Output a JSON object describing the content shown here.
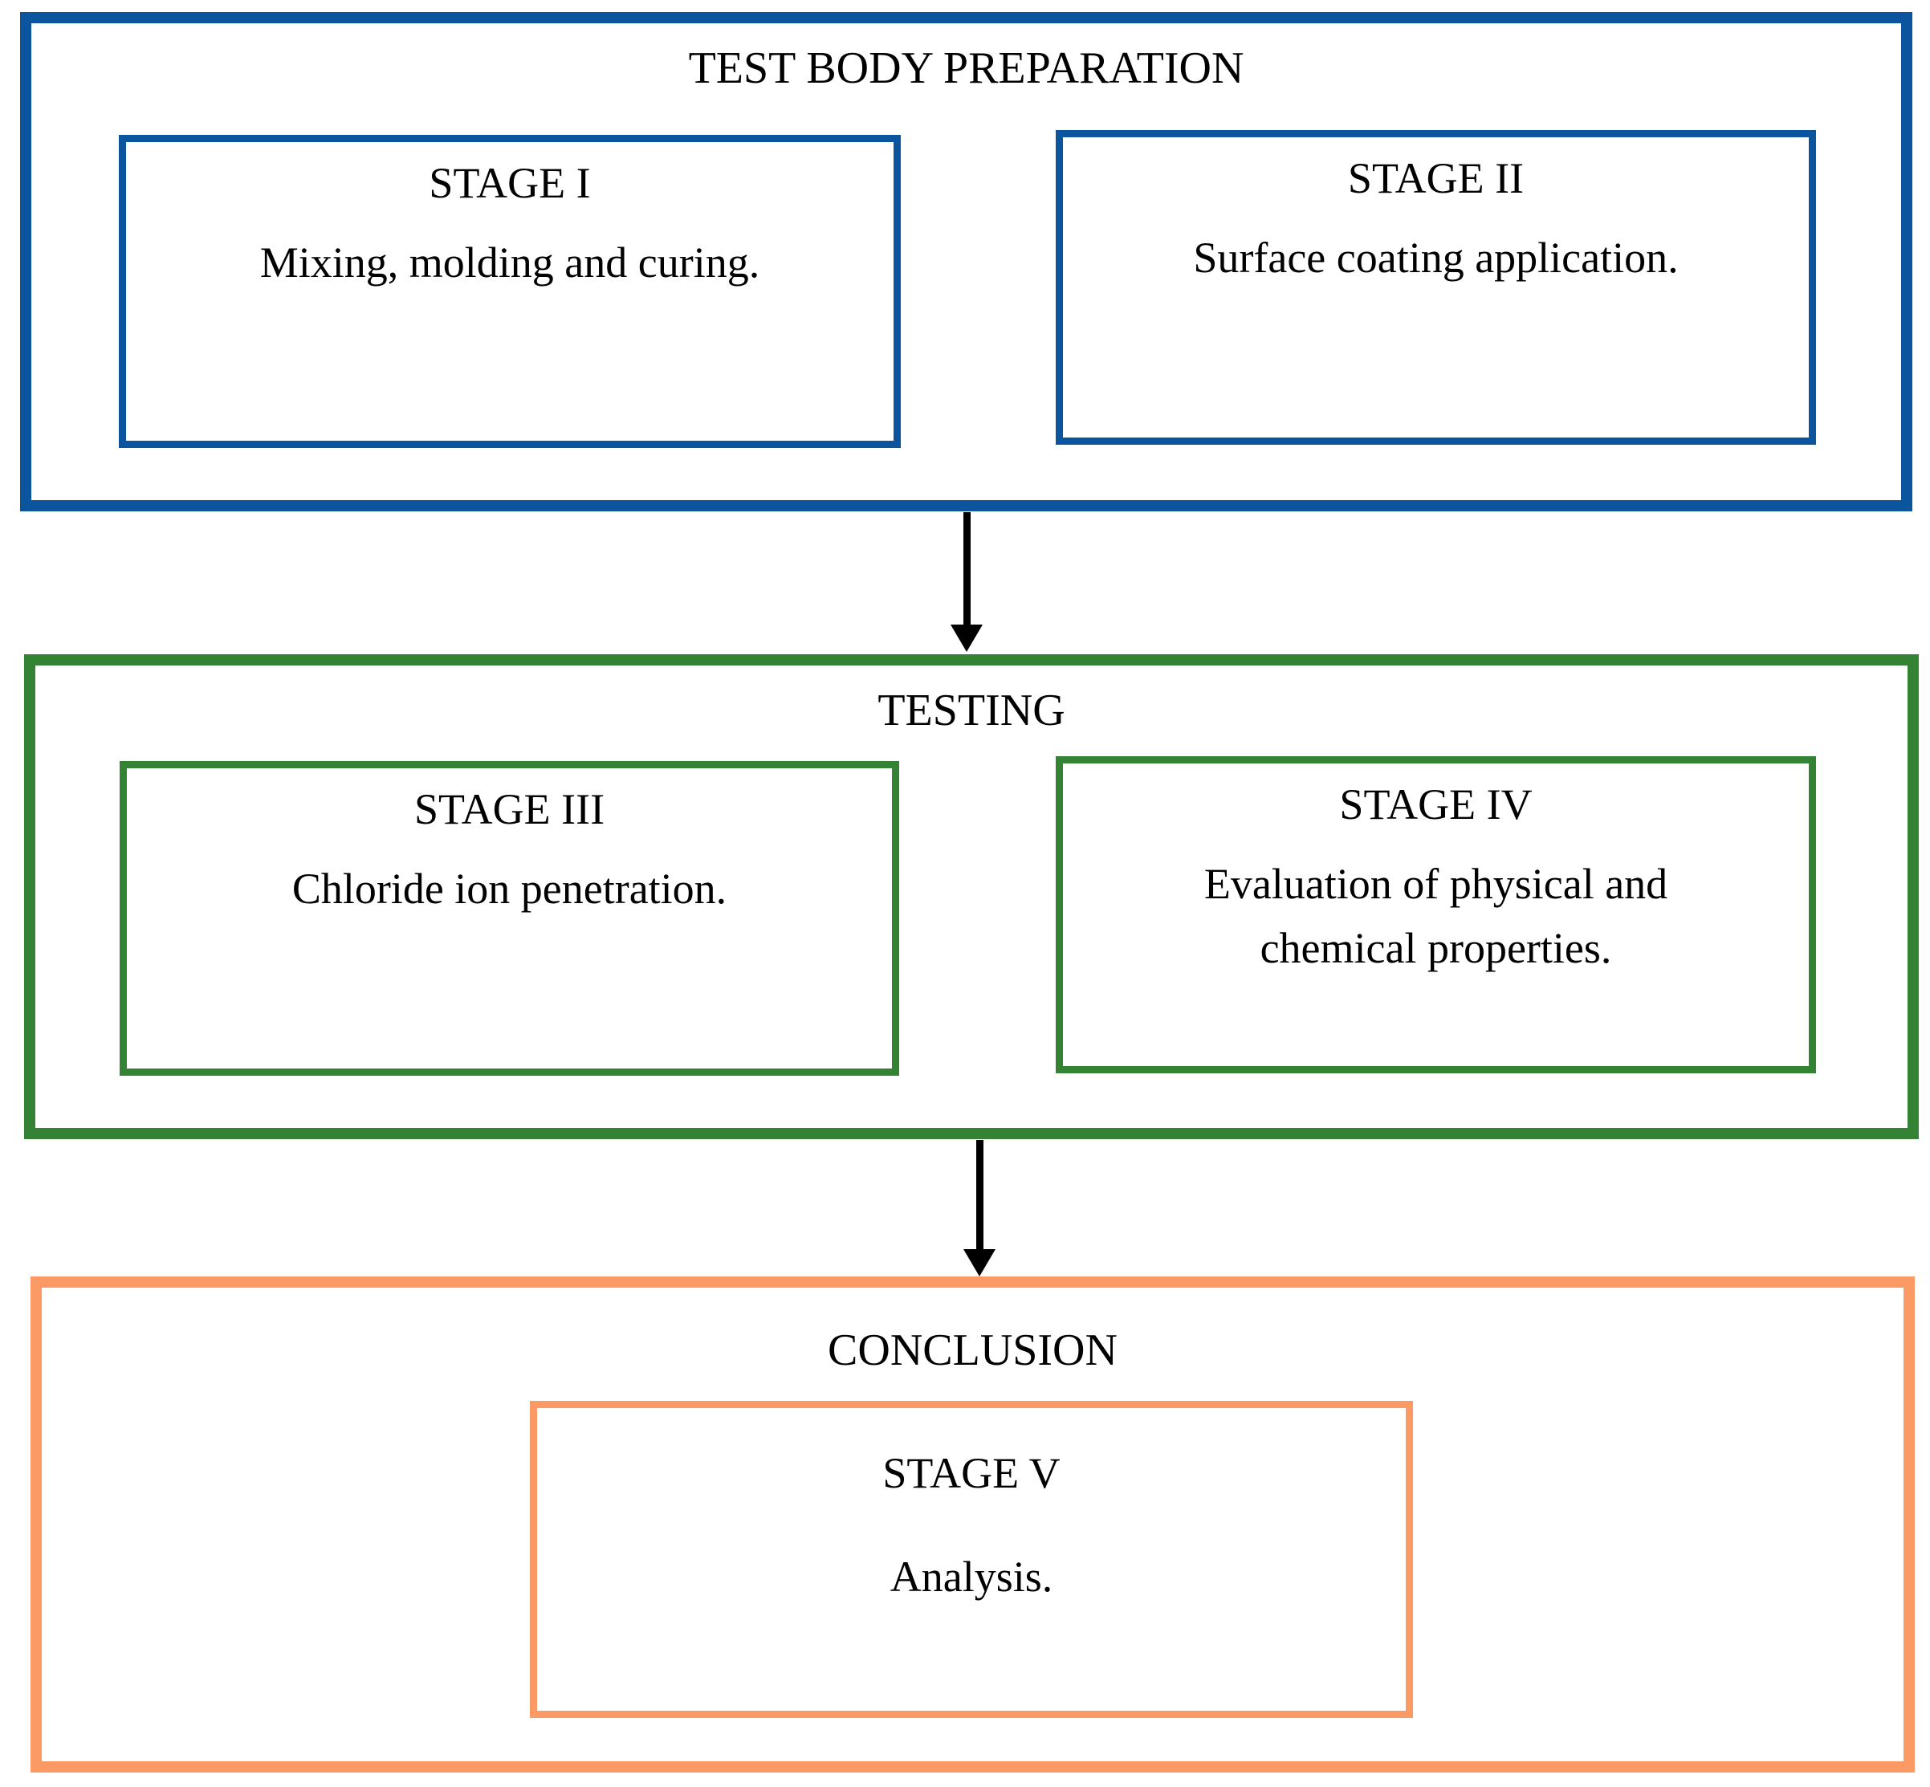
{
  "diagram": {
    "type": "flowchart",
    "colors": {
      "preparation_border": "#0b559e",
      "testing_border": "#348334",
      "conclusion_border": "#fb9a65",
      "arrow": "#000000",
      "text": "#000000",
      "background": "#ffffff"
    },
    "sections": {
      "preparation": {
        "title": "TEST BODY PREPARATION",
        "stages": {
          "stage1": {
            "title": "STAGE I",
            "body": "Mixing, molding and curing."
          },
          "stage2": {
            "title": "STAGE II",
            "body": "Surface coating application."
          }
        }
      },
      "testing": {
        "title": "TESTING",
        "stages": {
          "stage3": {
            "title": "STAGE III",
            "body": "Chloride ion penetration."
          },
          "stage4": {
            "title": "STAGE IV",
            "body_line1": "Evaluation of physical and",
            "body_line2": "chemical properties."
          }
        }
      },
      "conclusion": {
        "title": "CONCLUSION",
        "stages": {
          "stage5": {
            "title": "STAGE V",
            "body": "Analysis."
          }
        }
      }
    },
    "arrows": [
      {
        "icon": "arrow-down-icon",
        "from": "preparation",
        "to": "testing"
      },
      {
        "icon": "arrow-down-icon",
        "from": "testing",
        "to": "conclusion"
      }
    ]
  }
}
